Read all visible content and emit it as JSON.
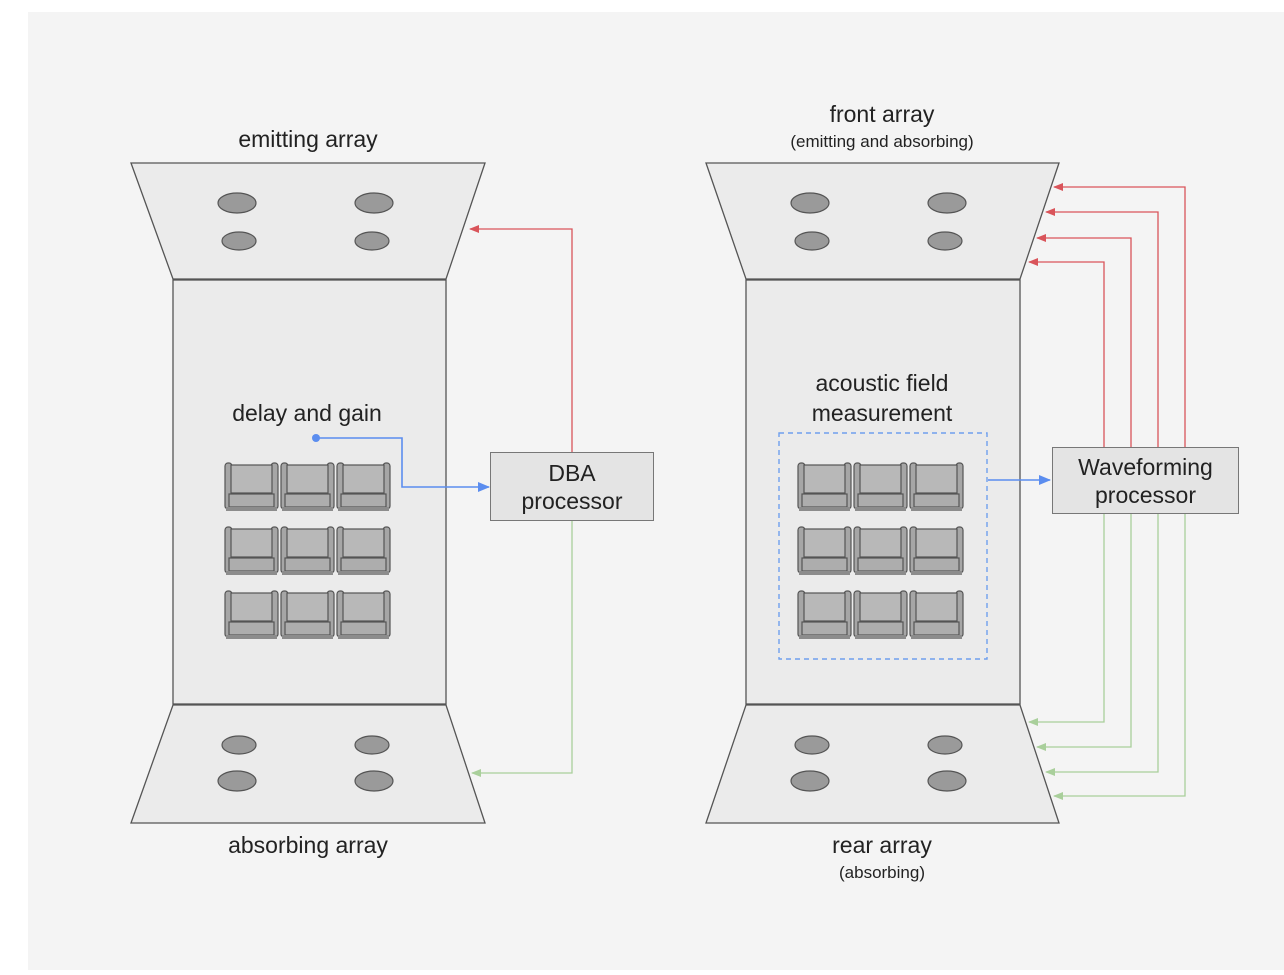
{
  "left_room": {
    "top_label": "emitting array",
    "bottom_label": "absorbing array",
    "seat_label": "delay and gain",
    "processor": {
      "line1": "DBA",
      "line2": "processor"
    }
  },
  "right_room": {
    "top_label": "front array",
    "top_sublabel": "(emitting and absorbing)",
    "bottom_label": "rear array",
    "bottom_sublabel": "(absorbing)",
    "measure_label_1": "acoustic field",
    "measure_label_2": "measurement",
    "processor": {
      "line1": "Waveforming",
      "line2": "processor"
    }
  },
  "colors": {
    "background": "#f4f4f4",
    "room_fill": "#ebebeb",
    "outline": "#555555",
    "speaker": "#9a9a9a",
    "red_signal": "#d9545a",
    "green_signal": "#a9cf9b",
    "blue_signal": "#5b8def",
    "dashed_box": "#6fa0ee"
  }
}
